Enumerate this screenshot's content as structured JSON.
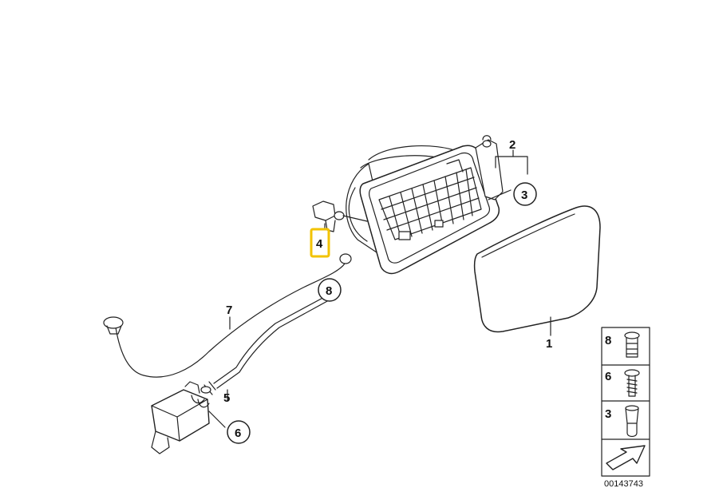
{
  "diagram": {
    "callouts": {
      "c1": "1",
      "c2": "2",
      "c3": "3",
      "c4": "4",
      "c5": "5",
      "c6": "6",
      "c7": "7",
      "c8": "8"
    },
    "legend": {
      "items": [
        {
          "number": "8",
          "icon": "push-rivet-icon"
        },
        {
          "number": "6",
          "icon": "screw-icon"
        },
        {
          "number": "3",
          "icon": "rubber-buffer-icon"
        }
      ],
      "arrow_icon": "direction-arrow-icon",
      "reference": "00143743"
    },
    "colors": {
      "line": "#222222",
      "highlight": "#f2c300",
      "background": "#ffffff"
    }
  }
}
